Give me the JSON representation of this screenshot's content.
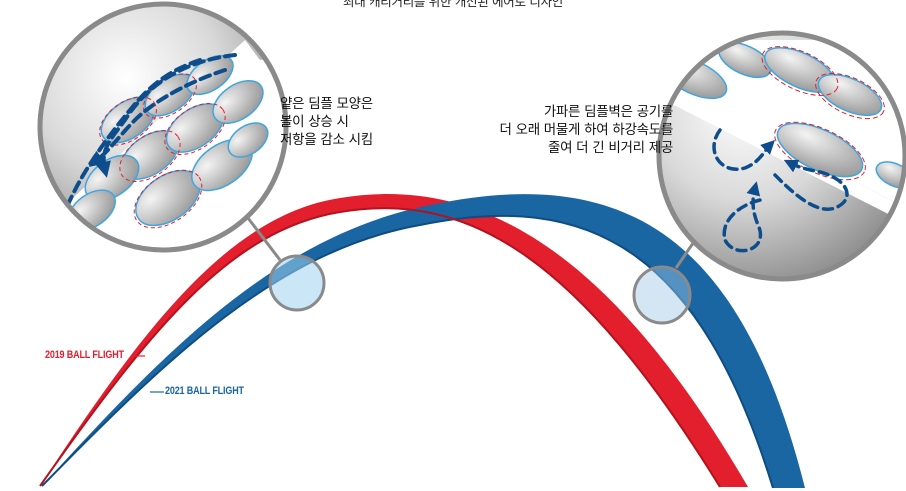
{
  "header": {
    "caption": "최대 캐리거리를 위한 개선된 에어로 디자인"
  },
  "callouts": {
    "left_text": "얕은 딤플 모양은\n볼이 상승 시\n저항을 감소 시킴",
    "right_text": "가파른 딤플벽은 공기를\n더 오래 머물게 하여 하강속도를\n줄여 더 긴 비거리 제공"
  },
  "flights": {
    "flight_2019": {
      "label": "2019 BALL FLIGHT",
      "color": "#e31e2d"
    },
    "flight_2021": {
      "label": "2021 BALL FLIGHT",
      "color": "#1d6fa8"
    }
  },
  "colors": {
    "red": "#e31e2d",
    "blue": "#1a66a3",
    "lens_stroke": "#8a8a8a",
    "arrow_blue": "#0d4d8c"
  }
}
